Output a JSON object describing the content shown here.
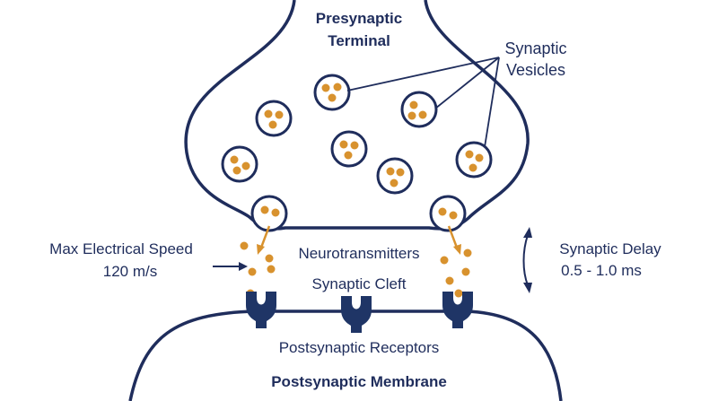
{
  "labels": {
    "presynaptic_line1": "Presynaptic",
    "presynaptic_line2": "Terminal",
    "vesicles_line1": "Synaptic",
    "vesicles_line2": "Vesicles",
    "neurotransmitters": "Neurotransmitters",
    "cleft": "Synaptic Cleft",
    "speed_line1": "Max Electrical Speed",
    "speed_line2": "120 m/s",
    "delay_line1": "Synaptic Delay",
    "delay_line2": "0.5 - 1.0 ms",
    "receptors": "Postsynaptic Receptors",
    "membrane": "Postsynaptic Membrane"
  },
  "colors": {
    "outline": "#1f2d5c",
    "dot": "#d8922e",
    "receptor": "#1f3566"
  }
}
